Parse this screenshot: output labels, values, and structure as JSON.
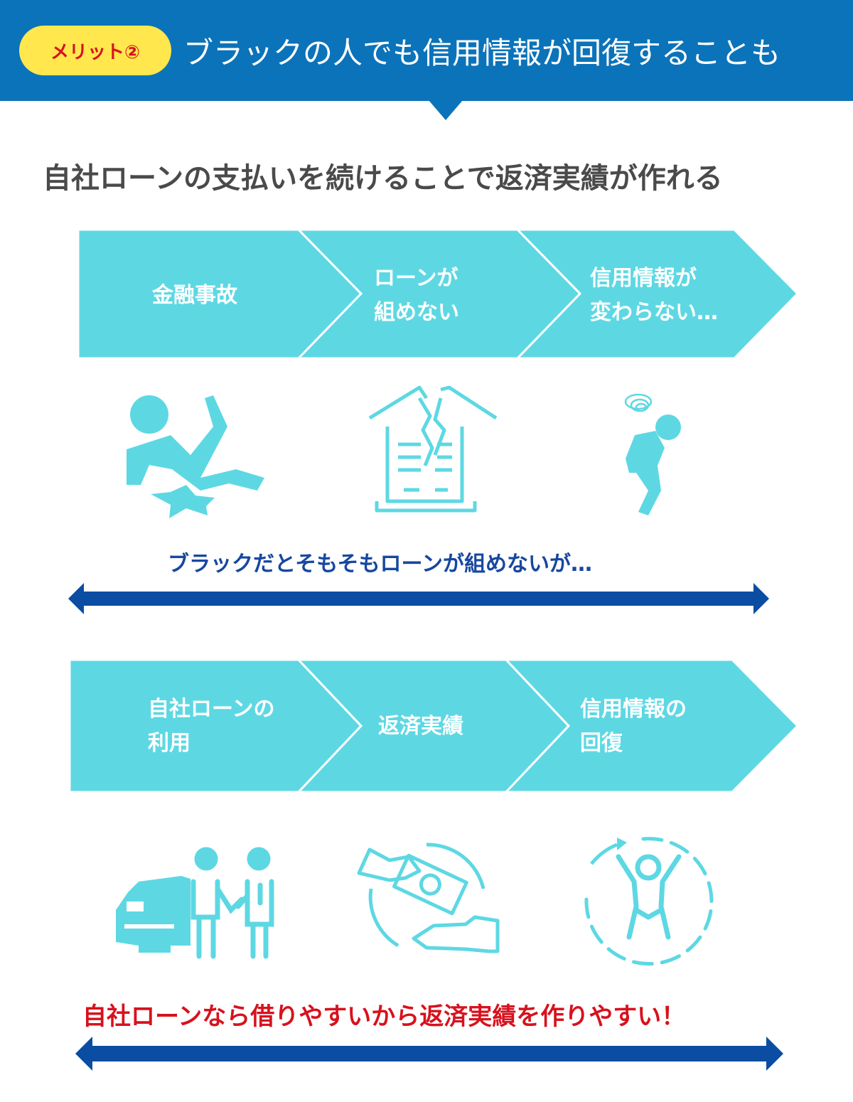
{
  "colors": {
    "header_bg": "#0b73b9",
    "badge_bg": "#ffe74d",
    "badge_text": "#d7121d",
    "step_bg": "#5dd8e3",
    "icon": "#5dd8e3",
    "arrow": "#0a4da2",
    "caption_blue": "#1747a0",
    "caption_red": "#d7121d",
    "subtitle": "#4a4a4a"
  },
  "header": {
    "badge": "メリット②",
    "title": "ブラックの人でも信用情報が回復することも"
  },
  "subtitle": "自社ローンの支払いを続けることで返済実績が作れる",
  "flow1": {
    "steps": [
      "金融事故",
      "ローンが\n組めない",
      "信用情報が\n変わらない…"
    ],
    "icons": [
      "falling-person-icon",
      "broken-house-contract-icon",
      "confused-person-icon"
    ],
    "caption": "ブラックだとそもそもローンが組めないが…"
  },
  "flow2": {
    "steps": [
      "自社ローンの\n利用",
      "返済実績",
      "信用情報の\n回復"
    ],
    "icons": [
      "car-handshake-icon",
      "money-exchange-icon",
      "recovery-person-icon"
    ],
    "caption": "自社ローンなら借りやすいから返済実績を作りやすい！"
  }
}
